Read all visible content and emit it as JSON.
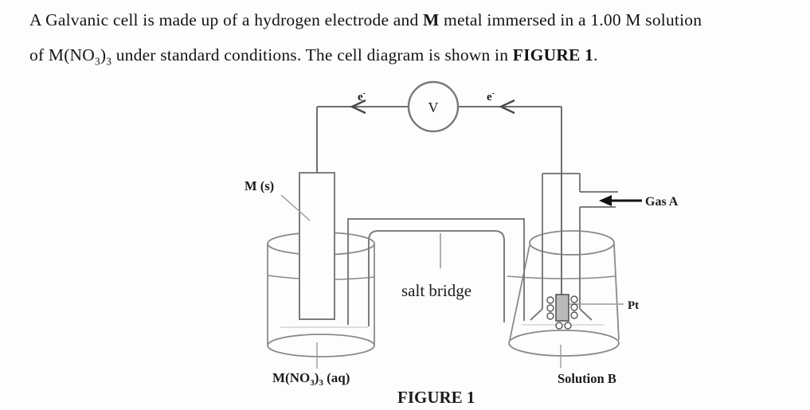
{
  "problem": {
    "l1": [
      "A Galvanic cell is made up of a hydrogen electrode and ",
      "M",
      " metal immersed in a 1.00 M solution"
    ],
    "l2": [
      "of M(NO",
      "3",
      ")",
      "3",
      " under standard conditions. The cell diagram is shown in ",
      "FIGURE 1",
      "."
    ]
  },
  "diagram": {
    "voltmeter_label": "V",
    "electron_left": {
      "base": "e",
      "sup": "-"
    },
    "electron_right": {
      "base": "e",
      "sup": "-"
    },
    "anode_label": "M (s)",
    "gas_label": "Gas A",
    "salt_bridge_label": "salt bridge",
    "pt_label": "Pt",
    "left_solution": [
      "M(NO",
      "3",
      ")",
      "3",
      " (aq)"
    ],
    "right_solution": "Solution B",
    "caption": "FIGURE 1",
    "colors": {
      "line_gray": "#7d7d7d",
      "beaker_gray": "#8a8a8a",
      "faint_gray": "#d4d4d4",
      "text_black": "#1c1c1c",
      "pt_fill": "#b9b9b9",
      "gas_arrow_black": "#111111"
    }
  }
}
